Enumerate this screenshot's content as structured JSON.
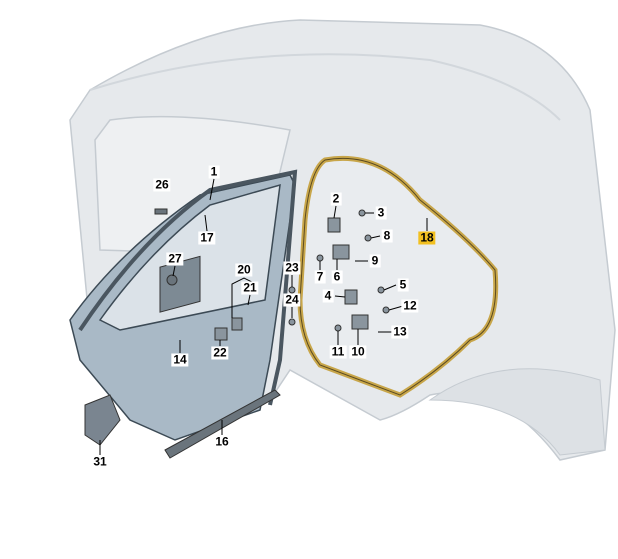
{
  "diagram": {
    "title": "Rear door and hinge exploded view",
    "highlight_color": "#f2c020",
    "body_color": "#e4e8ec",
    "door_color": "#a9b9c6",
    "seal_color": "#c8a64a",
    "callouts": [
      "1",
      "26",
      "17",
      "27",
      "20",
      "21",
      "23",
      "24",
      "14",
      "22",
      "31",
      "16",
      "2",
      "3",
      "8",
      "18",
      "7",
      "6",
      "9",
      "5",
      "4",
      "12",
      "13",
      "11",
      "10"
    ],
    "highlighted_callout": "18"
  }
}
